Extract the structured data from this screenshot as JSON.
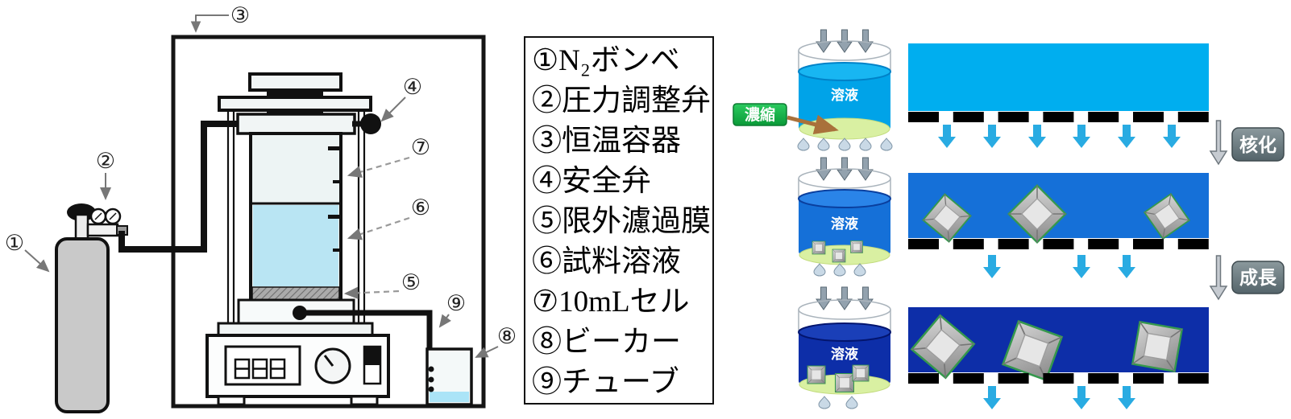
{
  "legend": {
    "items": [
      "①N₂ボンベ",
      "②圧力調整弁",
      "③恒温容器",
      "④安全弁",
      "⑤限外濾過膜",
      "⑥試料溶液",
      "⑦10mLセル",
      "⑧ビーカー",
      "⑨チューブ"
    ]
  },
  "callouts": {
    "n1": "①",
    "n2": "②",
    "n3": "③",
    "n4": "④",
    "n5": "⑤",
    "n6": "⑥",
    "n7": "⑦",
    "n8": "⑧",
    "n9": "⑨"
  },
  "process": {
    "solution_label": "溶液",
    "concentrate_label": "濃縮",
    "nucleation_label": "核化",
    "growth_label": "成長"
  },
  "colors": {
    "stage1_panel_cyan": "#00AEEF",
    "stage2_panel_blue": "#1570D8",
    "stage3_panel_navy": "#0D2EA8",
    "cell_solution_blue": "#B9E5F3",
    "bottom_layer_green": "#D9F0A2",
    "concentrate_chip_green": "#12B14B",
    "stage_chip_gray": "#6B797E",
    "membrane_black": "#000000",
    "permeate_arrow_cyan": "#29ABE2"
  }
}
